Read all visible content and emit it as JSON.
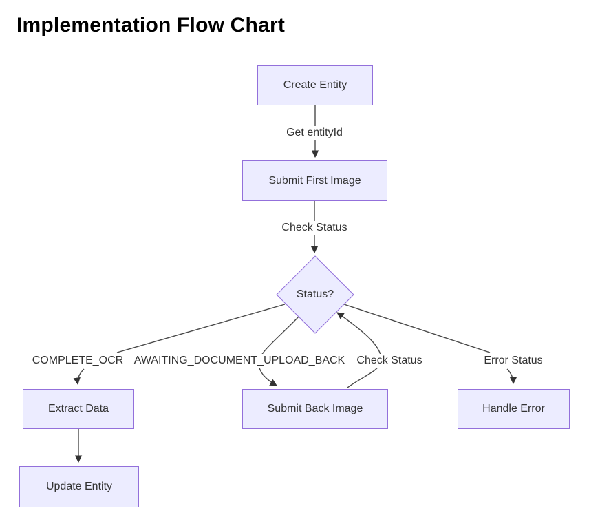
{
  "title": "Implementation Flow Chart",
  "nodes": {
    "create_entity": "Create Entity",
    "submit_first_image": "Submit First Image",
    "status_decision": "Status?",
    "extract_data": "Extract Data",
    "submit_back_image": "Submit Back Image",
    "handle_error": "Handle Error",
    "update_entity": "Update Entity"
  },
  "edge_labels": {
    "get_entity_id": "Get entityId",
    "check_status": "Check Status",
    "complete_ocr": "COMPLETE_OCR",
    "awaiting_document_upload_back": "AWAITING_DOCUMENT_UPLOAD_BACK",
    "check_status_loop": "Check Status",
    "error_status": "Error Status"
  },
  "colors": {
    "node_fill": "#ECECFF",
    "node_border": "#9370DB",
    "edge_stroke": "#4a4a4a",
    "arrowhead": "#333333",
    "label_text": "#333333",
    "title_text": "#000000",
    "background": "#FFFFFF"
  }
}
